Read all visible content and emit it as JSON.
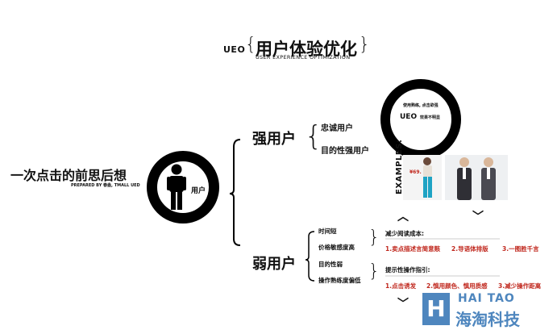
{
  "header": {
    "ueo_prefix": "UEO",
    "brace_open": "{",
    "brace_close": "}",
    "title": "用户体验优化",
    "subtitle": "USER EXPERIENCE OPTIMIZATION"
  },
  "root": {
    "question": "一次点击的前思后想",
    "prepared_by": "PREPARED BY 春盎, TMALL UED",
    "person_label": "用户"
  },
  "strong": {
    "title": "强用户",
    "items": [
      "忠诚用户",
      "目的性强用户"
    ],
    "bubble_lines": [
      "使用熟练, 点击欲强",
      "UEO",
      "效果不明显"
    ],
    "examples_label": "EXAMPLES:",
    "example_price": "¥69.",
    "chevrons": [
      "up-chevron",
      "down-chevron"
    ]
  },
  "weak": {
    "title": "弱用户",
    "traits": [
      "时间短",
      "价格敏感度高",
      "目的性弱",
      "操作熟练度偏低"
    ],
    "group1_title": "减少阅读成本:",
    "group1_items": [
      "1.卖点描述言简意赅",
      "2.导语体排版",
      "3.一图胜千言"
    ],
    "group2_title": "提示性操作指引:",
    "group2_items": [
      "1.点击诱发",
      "2.慎用颜色、慎用质感",
      "3.减少操作距离"
    ]
  },
  "watermark": {
    "en": "HAI TAO",
    "cn": "海淘科技",
    "logo_letter": "H",
    "color": "#4e86be"
  },
  "colors": {
    "accent_red": "#c0281e",
    "ink": "#000000"
  }
}
